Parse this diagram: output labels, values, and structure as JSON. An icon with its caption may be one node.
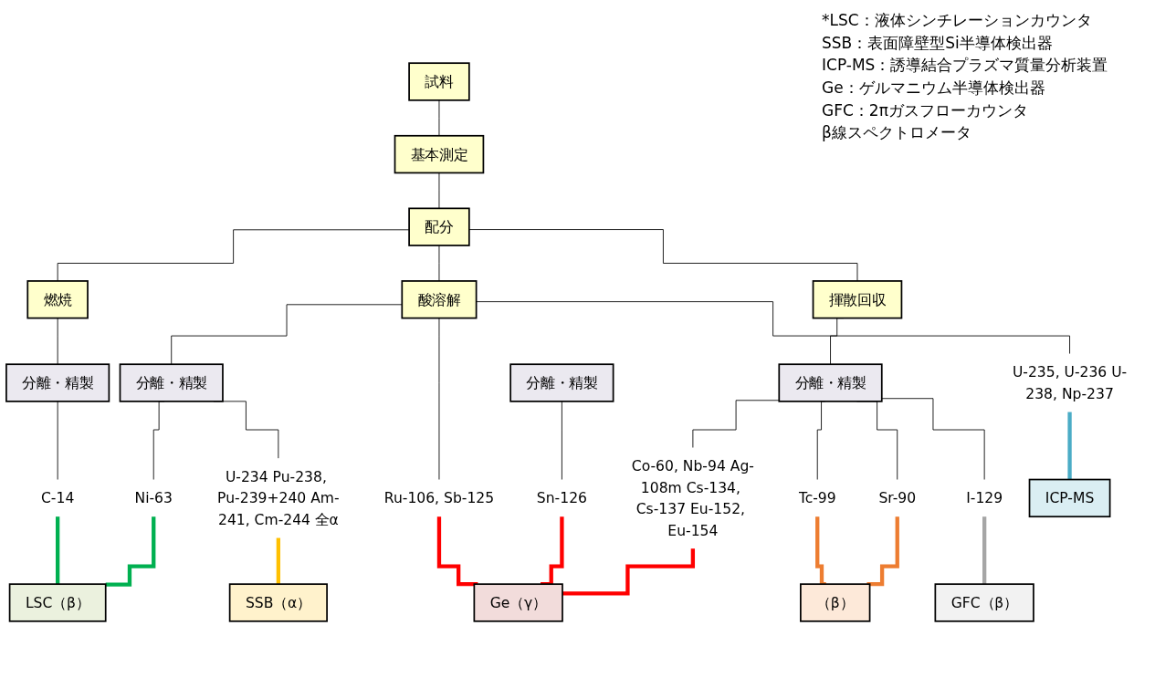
{
  "diagram": {
    "nodes": [
      {
        "text": [
          "試料"
        ]
      },
      {
        "text": [
          "基本測定"
        ]
      },
      {
        "text": [
          "配分"
        ]
      },
      {
        "text": [
          "燃焼"
        ]
      },
      {
        "text": [
          "酸溶解"
        ]
      },
      {
        "text": [
          "揮散回収"
        ]
      },
      {
        "text": [
          "分離・精製"
        ]
      },
      {
        "text": [
          "分離・精製"
        ]
      },
      {
        "text": [
          "分離・精製"
        ]
      },
      {
        "text": [
          "分離・精製"
        ]
      },
      {
        "text": [
          "C-14"
        ]
      },
      {
        "text": [
          "Ni-63"
        ]
      },
      {
        "text": [
          "U-234 Pu-238, Pu-239+240 Am-241, Cm-244 全α"
        ]
      },
      {
        "text": [
          "U-235, U-236 U-238, Np-237"
        ]
      },
      {
        "text": [
          "Ru-106, Sb-125"
        ]
      },
      {
        "text": [
          "Sn-126"
        ]
      },
      {
        "text": [
          "Tc-99"
        ]
      },
      {
        "text": [
          "I-129"
        ]
      },
      {
        "text": [
          "Sr-90"
        ]
      },
      {
        "text": [
          "Co-60, Nb-94 Ag-108m Cs-134, Cs-137 Eu-152, Eu-154"
        ]
      },
      {
        "text": [
          "LSC（β）"
        ]
      },
      {
        "text": [
          "SSB（α）"
        ]
      },
      {
        "text": [
          "ICP-MS"
        ]
      },
      {
        "text": [
          "Ge（γ）"
        ]
      },
      {
        "text": [
          "GFC（β）"
        ]
      },
      {
        "text": [
          "（β）"
        ]
      }
    ],
    "edges": [
      {
        "from": 0,
        "to": 1,
        "arrow": "none"
      },
      {
        "from": 1,
        "to": 2,
        "arrow": "none"
      },
      {
        "from": 2,
        "to": 3,
        "arrow": "none"
      },
      {
        "from": 2,
        "to": 4,
        "arrow": "none"
      },
      {
        "from": 2,
        "to": 5,
        "arrow": "none"
      },
      {
        "from": 3,
        "to": 6,
        "arrow": "none"
      },
      {
        "from": 4,
        "to": 7,
        "arrow": "none"
      },
      {
        "from": 4,
        "to": 13,
        "arrow": "none"
      },
      {
        "from": 4,
        "to": 14,
        "arrow": "none"
      },
      {
        "from": 5,
        "to": 9,
        "arrow": "none"
      },
      {
        "from": 6,
        "to": 10,
        "arrow": "none"
      },
      {
        "from": 7,
        "to": 11,
        "arrow": "none"
      },
      {
        "from": 7,
        "to": 12,
        "arrow": "none"
      },
      {
        "from": 8,
        "to": 15,
        "arrow": "none"
      },
      {
        "from": 9,
        "to": 16,
        "arrow": "none"
      },
      {
        "from": 9,
        "to": 17,
        "arrow": "none"
      },
      {
        "from": 9,
        "to": 18,
        "arrow": "none"
      },
      {
        "from": 9,
        "to": 19,
        "arrow": "none"
      },
      {
        "from": 10,
        "to": 20,
        "arrow": "none",
        "style": "thick",
        "color": "#00b050"
      },
      {
        "from": 11,
        "to": 20,
        "arrow": "none",
        "style": "thick",
        "color": "#00b050"
      },
      {
        "from": 12,
        "to": 21,
        "arrow": "none",
        "style": "thick",
        "color": "#ffc000"
      },
      {
        "from": 13,
        "to": 22,
        "arrow": "none",
        "style": "thick",
        "color": "#4bacc6"
      },
      {
        "from": 14,
        "to": 23,
        "arrow": "none",
        "style": "thick",
        "color": "#ff0000"
      },
      {
        "from": 15,
        "to": 23,
        "arrow": "none",
        "style": "thick",
        "color": "#ff0000"
      },
      {
        "from": 19,
        "to": 23,
        "arrow": "none",
        "style": "thick",
        "color": "#ff0000"
      },
      {
        "from": 17,
        "to": 24,
        "arrow": "none",
        "style": "thick",
        "color": "#a6a6a6"
      },
      {
        "from": 16,
        "to": 25,
        "arrow": "none",
        "style": "thick",
        "color": "#ed7d31"
      },
      {
        "from": 18,
        "to": 25,
        "arrow": "none",
        "style": "thick",
        "color": "#ed7d31"
      }
    ],
    "labels": [
      "*LSC：液体シンチレーションカウンタ",
      "SSB：表面障壁型Si半導体検出器",
      "ICP-MS：誘導結合プラズマ質量分析装置",
      "Ge：ゲルマニウム半導体検出器",
      "GFC：2πガスフローカウンタ",
      "β線スペクトロメータ"
    ]
  }
}
